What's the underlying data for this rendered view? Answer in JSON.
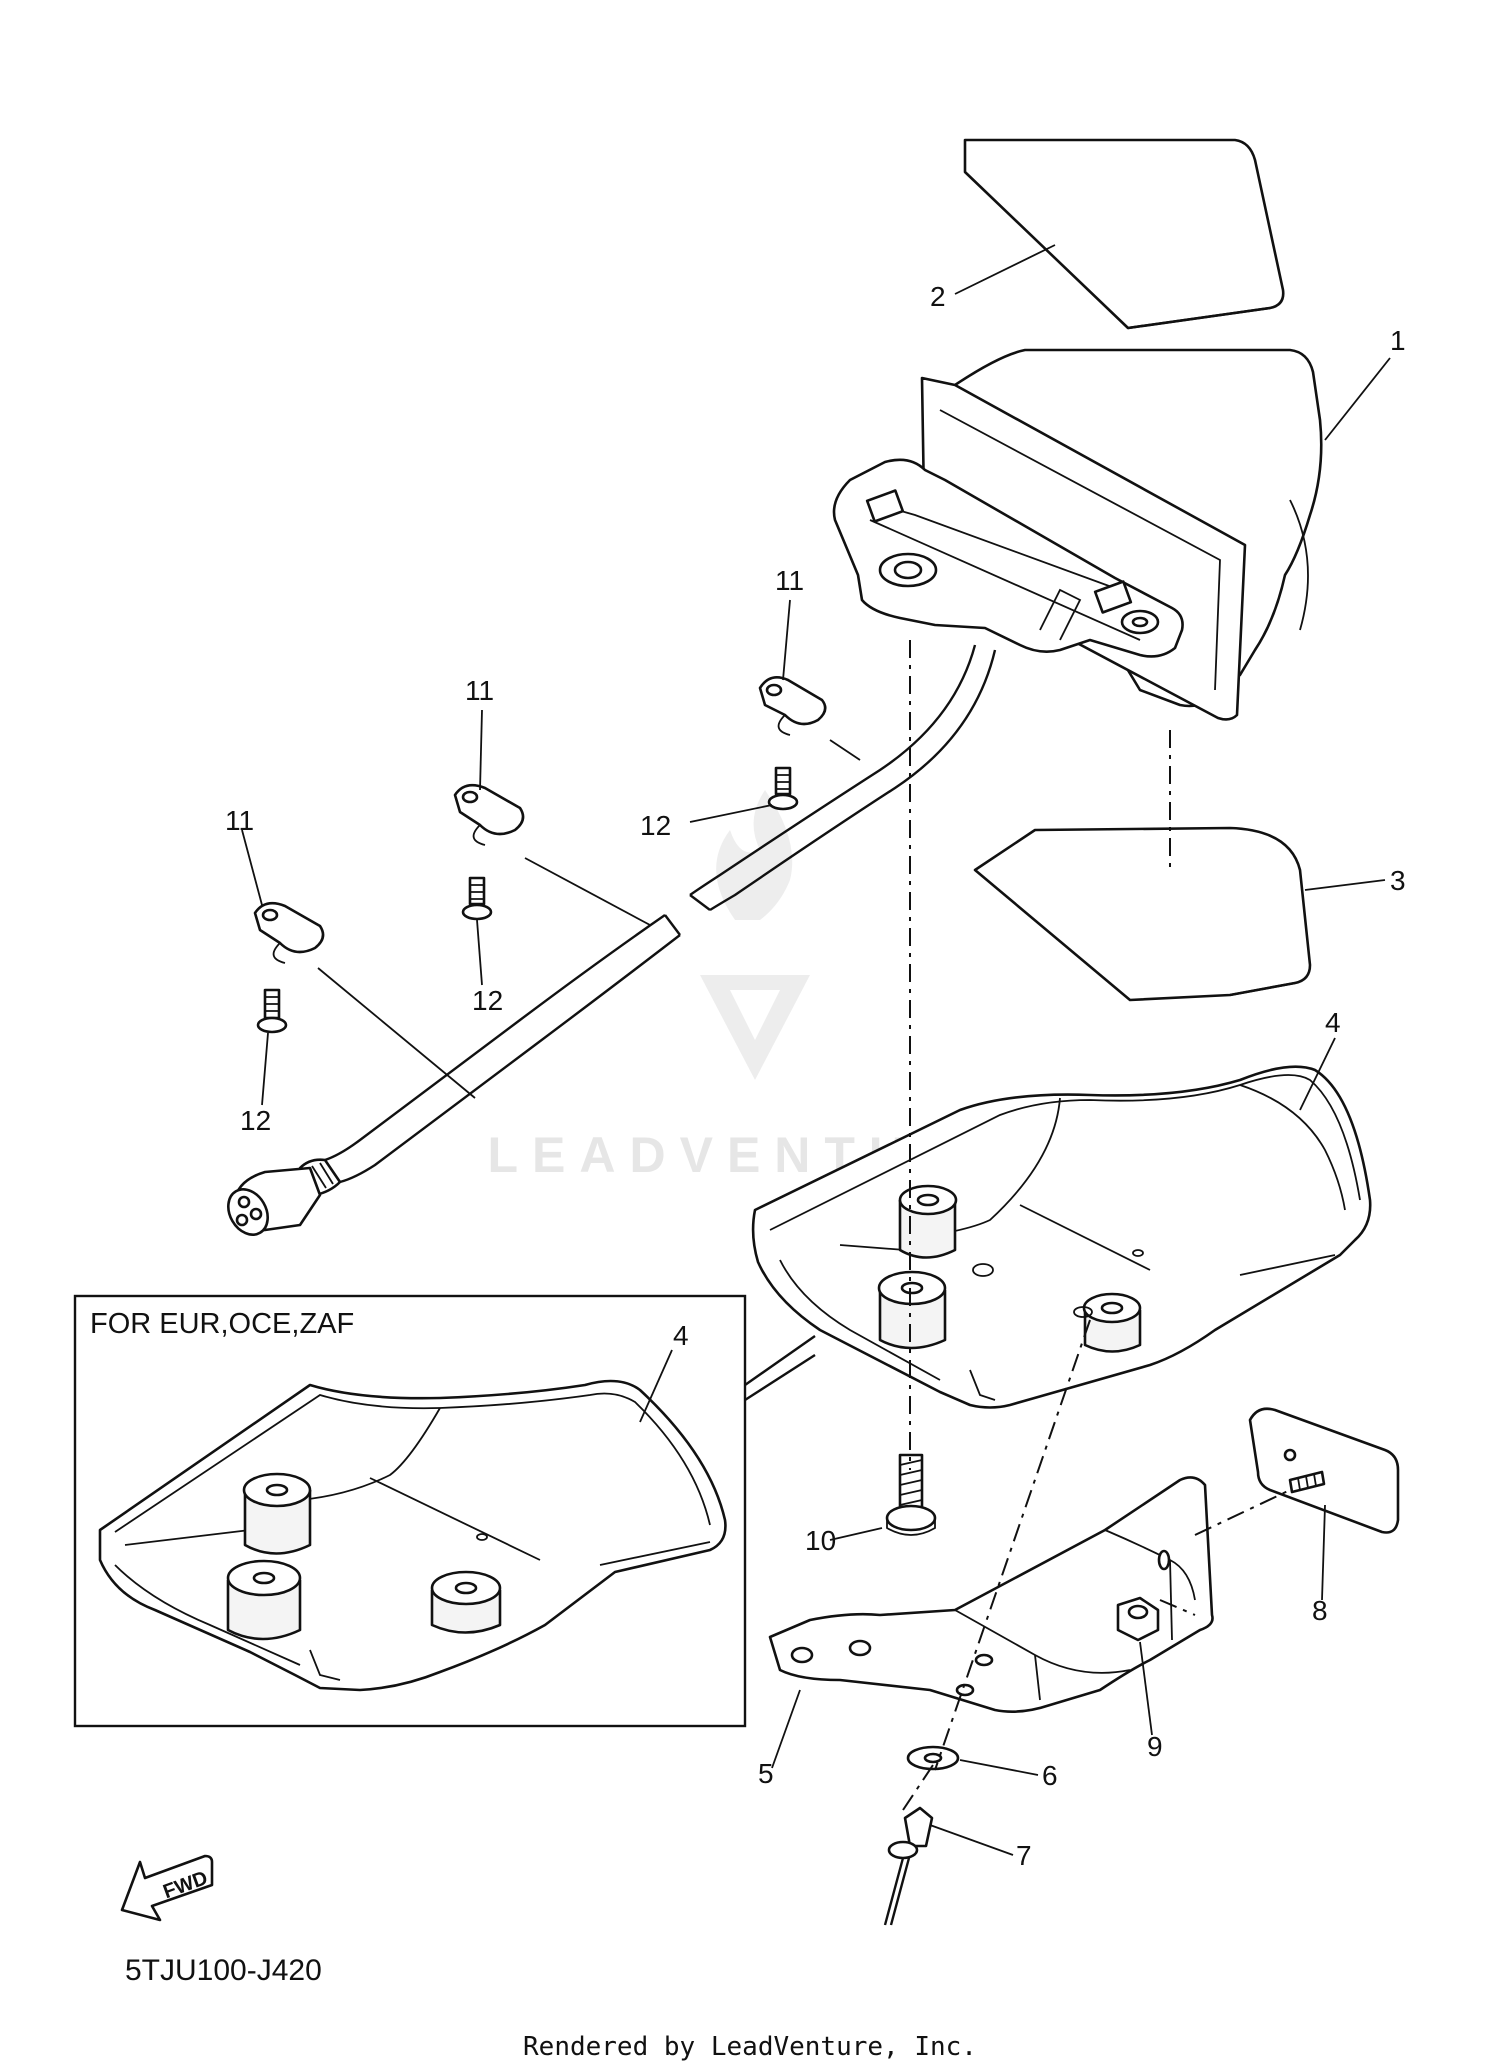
{
  "diagram": {
    "code": "5TJU100-J420",
    "footer": "Rendered by LeadVenture, Inc.",
    "watermark": "LEADVENTURE",
    "fwd_label": "FWD",
    "inset_label": "FOR EUR,OCE,ZAF",
    "callouts": {
      "c1": "1",
      "c2": "2",
      "c3": "3",
      "c4": "4",
      "c4_inset": "4",
      "c5": "5",
      "c6": "6",
      "c7": "7",
      "c8": "8",
      "c9": "9",
      "c10": "10",
      "c11_a": "11",
      "c11_b": "11",
      "c11_c": "11",
      "c12_a": "12",
      "c12_b": "12",
      "c12_c": "12"
    }
  }
}
